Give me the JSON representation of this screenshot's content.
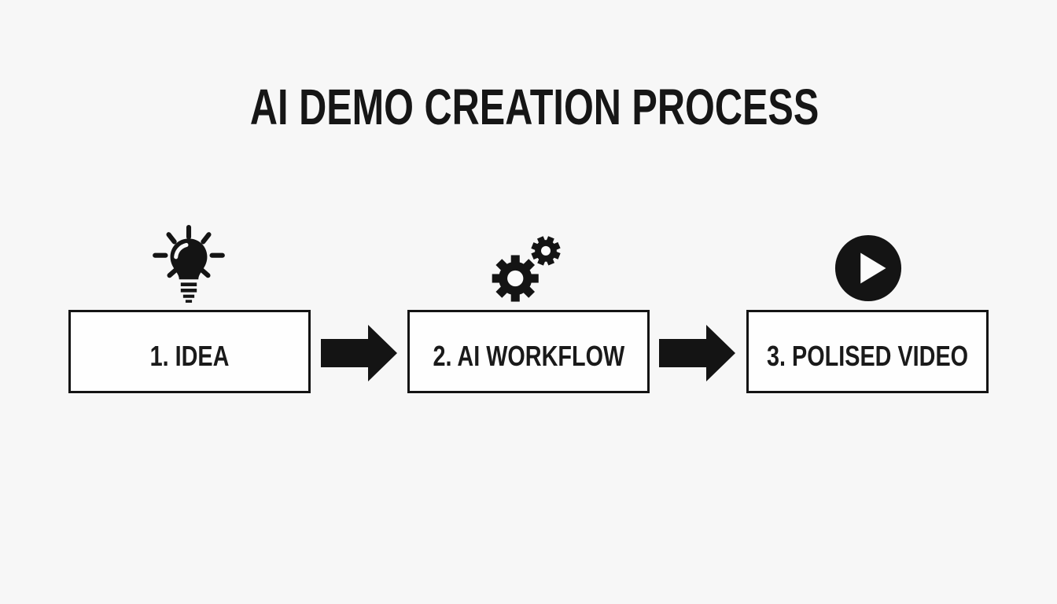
{
  "title": "AI DEMO CREATION PROCESS",
  "colors": {
    "background": "#f7f7f7",
    "box_background": "#fefefe",
    "ink": "#141414"
  },
  "steps": [
    {
      "label": "1. IDEA",
      "icon": "lightbulb-icon"
    },
    {
      "label": "2. AI WORKFLOW",
      "icon": "gears-icon"
    },
    {
      "label": "3. POLISED VIDEO",
      "icon": "play-button-icon"
    }
  ],
  "connectors": [
    {
      "icon": "arrow-right-icon"
    },
    {
      "icon": "arrow-right-icon"
    }
  ]
}
